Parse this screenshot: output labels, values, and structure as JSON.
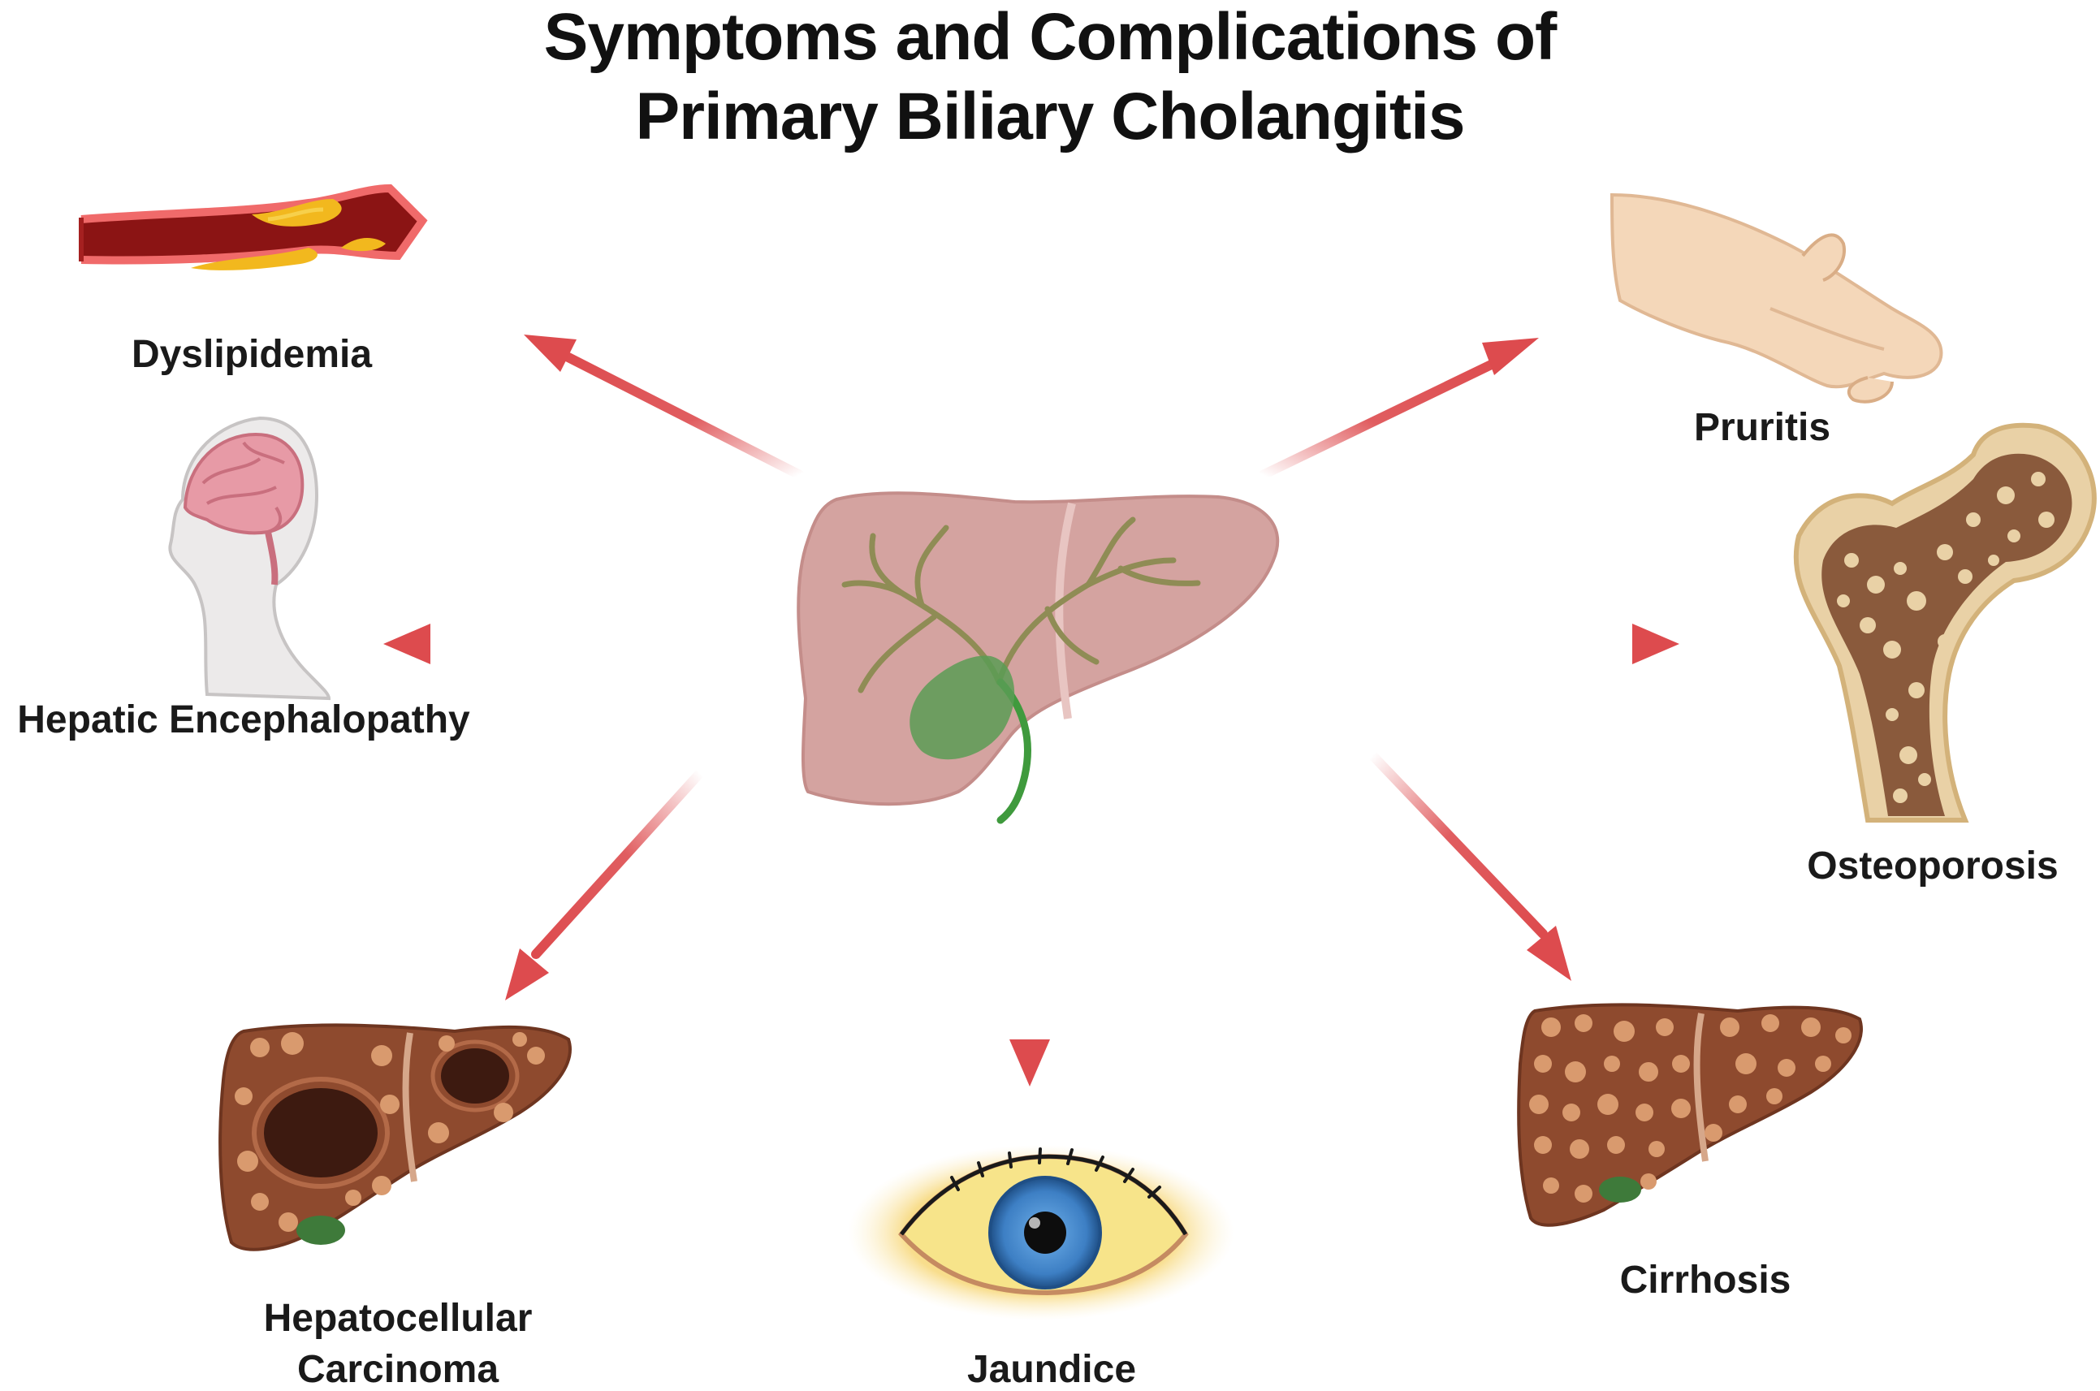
{
  "title": {
    "line1": "Symptoms and Complications of",
    "line2": "Primary Biliary Cholangitis"
  },
  "center": {
    "icon": "liver-with-gallbladder-icon"
  },
  "complications": [
    {
      "id": "dyslipidemia",
      "label": "Dyslipidemia",
      "icon": "artery-plaque-icon"
    },
    {
      "id": "pruritis",
      "label": "Pruritis",
      "icon": "scratching-hand-icon"
    },
    {
      "id": "hepatic-encephalopathy",
      "label": "Hepatic Encephalopathy",
      "icon": "head-brain-icon"
    },
    {
      "id": "osteoporosis",
      "label": "Osteoporosis",
      "icon": "porous-femur-icon"
    },
    {
      "id": "hepatocellular-carcinoma",
      "label_line1": "Hepatocellular",
      "label_line2": "Carcinoma",
      "icon": "liver-tumor-icon"
    },
    {
      "id": "jaundice",
      "label": "Jaundice",
      "icon": "yellow-eye-icon"
    },
    {
      "id": "cirrhosis",
      "label": "Cirrhosis",
      "icon": "cirrhotic-liver-icon"
    }
  ],
  "colors": {
    "arrow": "#dd4b4e",
    "liver": "#d4a3a0",
    "bile_duct": "#8f8c55",
    "gallbladder": "#5a9c55",
    "diseased_liver": "#8e4a2e",
    "nodule": "#d99a6e",
    "artery_wall": "#8b1414",
    "plaque": "#f2b81e",
    "bone": "#e9d1a6",
    "bone_pores": "#8a5a3c",
    "eye_iris": "#3d7fc4",
    "sclera_yellow": "#f7e48a",
    "skin": "#f4d7b9",
    "brain": "#e79aa6"
  }
}
